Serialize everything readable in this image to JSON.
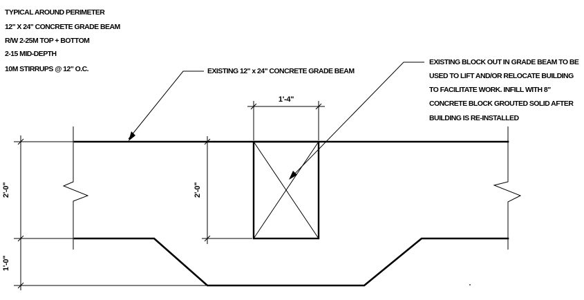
{
  "general_notes": [
    "TYPICAL AROUND PERIMETER",
    "12\" X 24\" CONCRETE GRADE BEAM",
    "R/W 2-25M TOP + BOTTOM",
    "2-15 MID-DEPTH",
    "10M STIRRUPS @ 12\" O.C."
  ],
  "callout_beam": "EXISTING 12\" x 24\" CONCRETE GRADE BEAM",
  "callout_blockout": [
    "EXISTING BLOCK OUT IN GRADE BEAM TO BE",
    "USED TO LIFT AND/OR RELOCATE BUILDING",
    "TO FACILITATE WORK. INFILL WITH 8\"",
    "CONCRETE BLOCK GROUTED SOLID AFTER",
    "BUILDING IS RE-INSTALLED"
  ],
  "dimensions": {
    "blockout_width": "1'-4\"",
    "beam_depth_left": "2'-0\"",
    "blockout_height": "2'-0\"",
    "step_depth": "1'-0\""
  }
}
